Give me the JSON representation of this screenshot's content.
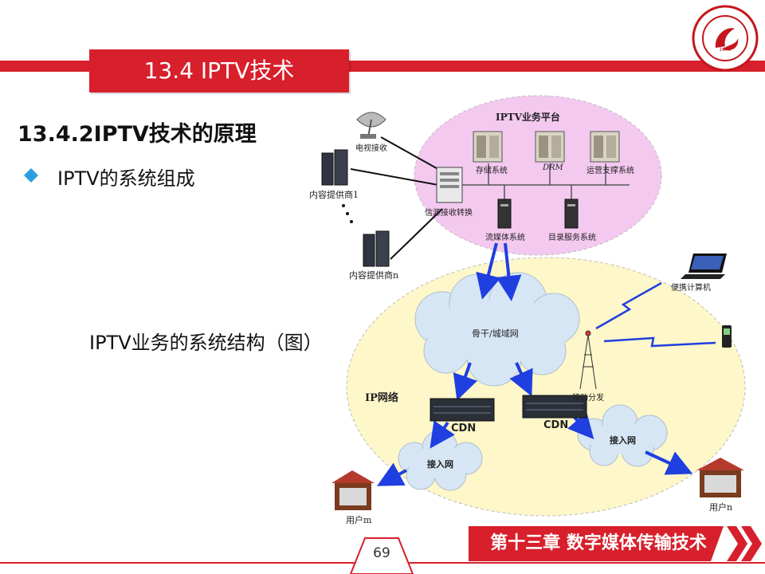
{
  "title": "13.4 IPTV技术",
  "subtitle": "13.4.2IPTV技术的原理",
  "bullet": "IPTV的系统组成",
  "diagram_caption": "IPTV业务的系统结构（图）",
  "footer": {
    "chapter": "第十三章 数字媒体传输技术",
    "page": "69"
  },
  "diagram": {
    "platform_title": "IPTV业务平台",
    "storage": "存储系统",
    "drm": "DRM",
    "ops": "运营支撑系统",
    "signal": "信源接收转换",
    "streaming": "流媒体系统",
    "directory": "目录服务系统",
    "tv_receive": "电视接收",
    "provider1": "内容提供商1",
    "providern": "内容提供商n",
    "backbone": "骨干/城域网",
    "ip_network": "IP网络",
    "cdn1": "CDN",
    "cdn2": "CDN",
    "access1": "接入网",
    "access2": "接入网",
    "mobile": "移动分发",
    "laptop": "便携计算机",
    "userm": "用户m",
    "usern": "用户n"
  },
  "colors": {
    "accent": "#d7202c",
    "platform_fill": "#f4c9f0",
    "ipnet_fill": "#fdf7c9",
    "cloud_fill": "#d6e6f5",
    "arrow": "#1f3fe0"
  }
}
